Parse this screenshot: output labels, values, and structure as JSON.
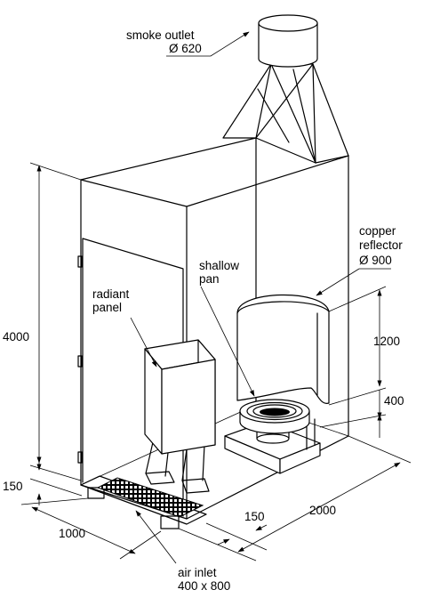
{
  "labels": {
    "smoke_outlet": "smoke outlet",
    "smoke_outlet_dim": "Ø 620",
    "copper_reflector_1": "copper",
    "copper_reflector_2": "reflector",
    "copper_reflector_dim": "Ø 900",
    "shallow_pan_1": "shallow",
    "shallow_pan_2": "pan",
    "radiant_panel_1": "radiant",
    "radiant_panel_2": "panel",
    "air_inlet": "air inlet",
    "air_inlet_dim": "400 x 800"
  },
  "dimensions": {
    "height": "4000",
    "reflector_height": "1200",
    "pan_base_height": "400",
    "floor_gap_left": "150",
    "floor_gap_bottom": "150",
    "depth": "1000",
    "length": "2000"
  }
}
